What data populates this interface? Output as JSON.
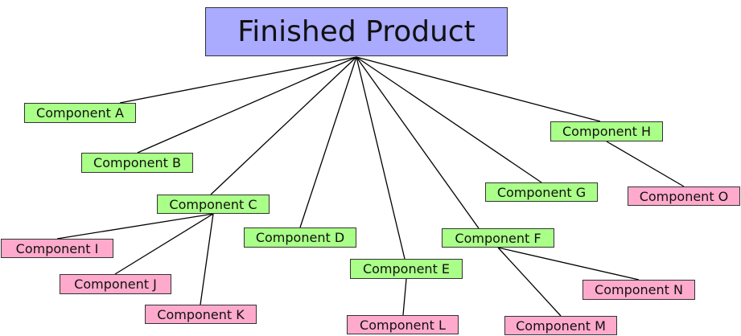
{
  "diagram": {
    "root": {
      "id": "root",
      "label": "Finished Product"
    },
    "nodes": [
      {
        "id": "A",
        "label": "Component A",
        "kind": "component",
        "parent": "root"
      },
      {
        "id": "B",
        "label": "Component B",
        "kind": "component",
        "parent": "root"
      },
      {
        "id": "C",
        "label": "Component C",
        "kind": "component",
        "parent": "root"
      },
      {
        "id": "D",
        "label": "Component D",
        "kind": "component",
        "parent": "root"
      },
      {
        "id": "E",
        "label": "Component E",
        "kind": "component",
        "parent": "root"
      },
      {
        "id": "F",
        "label": "Component F",
        "kind": "component",
        "parent": "root"
      },
      {
        "id": "G",
        "label": "Component G",
        "kind": "component",
        "parent": "root"
      },
      {
        "id": "H",
        "label": "Component H",
        "kind": "component",
        "parent": "root"
      },
      {
        "id": "I",
        "label": "Component I",
        "kind": "subcomponent",
        "parent": "C"
      },
      {
        "id": "J",
        "label": "Component J",
        "kind": "subcomponent",
        "parent": "C"
      },
      {
        "id": "K",
        "label": "Component K",
        "kind": "subcomponent",
        "parent": "C"
      },
      {
        "id": "L",
        "label": "Component L",
        "kind": "subcomponent",
        "parent": "E"
      },
      {
        "id": "M",
        "label": "Component M",
        "kind": "subcomponent",
        "parent": "F"
      },
      {
        "id": "N",
        "label": "Component N",
        "kind": "subcomponent",
        "parent": "F"
      },
      {
        "id": "O",
        "label": "Component O",
        "kind": "subcomponent",
        "parent": "H"
      }
    ],
    "colors": {
      "root_fill": "#aaaaff",
      "component_fill": "#aaff88",
      "subcomponent_fill": "#ffaacc",
      "border": "#333333",
      "edge": "#000000"
    }
  }
}
